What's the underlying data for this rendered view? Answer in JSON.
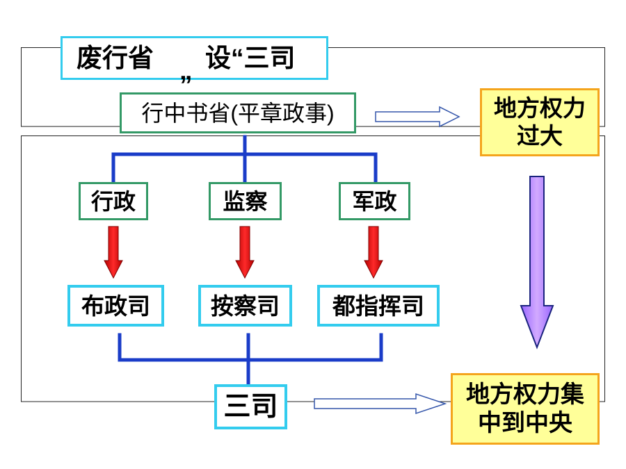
{
  "title": {
    "main": "废行省　　设“三司",
    "wrapped_quote": "”"
  },
  "province": {
    "label": "行中书省(平章政事)"
  },
  "branches": [
    {
      "label": "行政"
    },
    {
      "label": "监察"
    },
    {
      "label": "军政"
    }
  ],
  "offices": [
    {
      "label": "布政司"
    },
    {
      "label": "按察司"
    },
    {
      "label": "都指挥司"
    }
  ],
  "merged": {
    "label": "三司"
  },
  "outcomes": {
    "before": {
      "lines": [
        "地方权力",
        "过大"
      ]
    },
    "after": {
      "lines": [
        "地方权力集",
        "中到中央"
      ]
    }
  },
  "colors": {
    "cyan": "#33ccee",
    "green": "#339966",
    "orange": "#f4a41c",
    "yellow": "#ffff99",
    "tree_blue": "#1a3cc8",
    "red_arrow": "#ee1111",
    "purple_arrow": "#bb88ff",
    "hollow_arrow": "#3355aa"
  }
}
